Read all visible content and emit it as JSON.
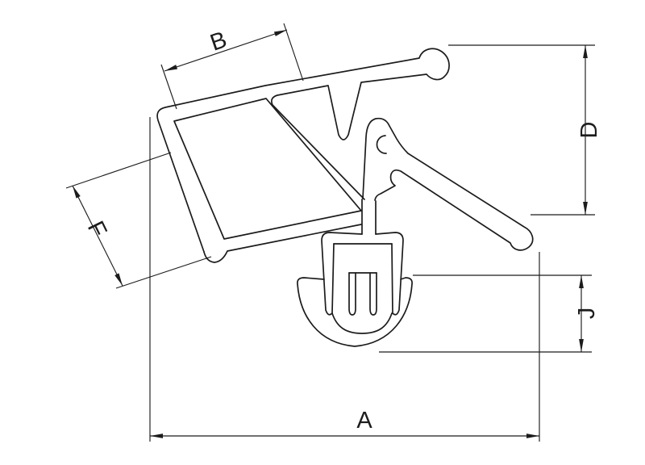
{
  "drawing": {
    "labels": {
      "A": "A",
      "B": "B",
      "D": "D",
      "F": "F",
      "J": "J"
    },
    "colors": {
      "ink": "#1c1c1c",
      "background": "#ffffff"
    }
  }
}
